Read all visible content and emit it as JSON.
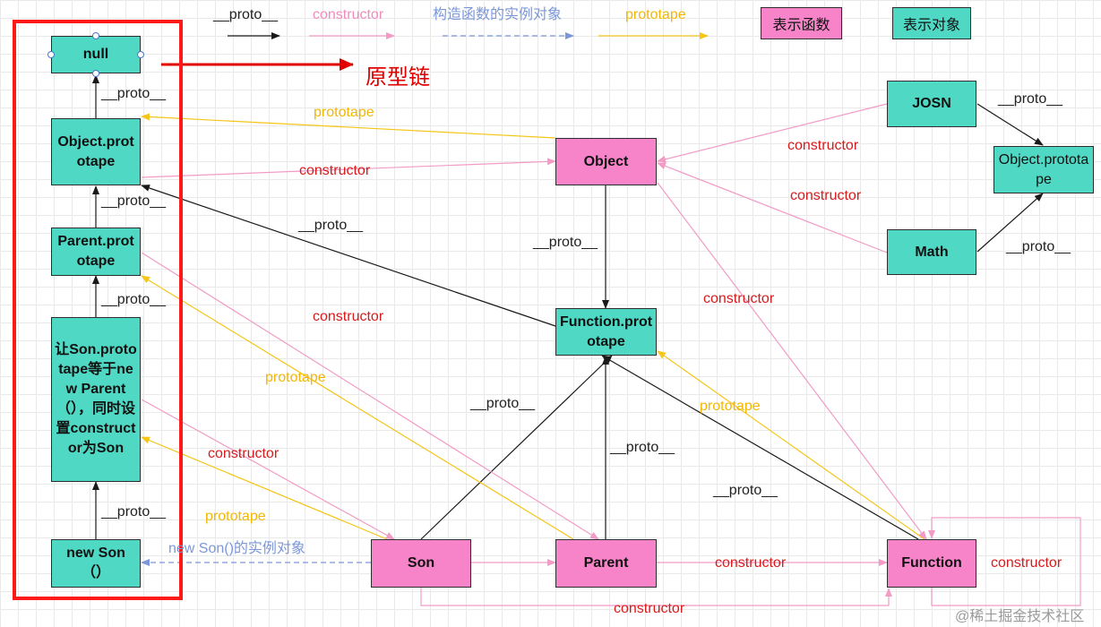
{
  "legend": {
    "proto_label": "__proto__",
    "constructor_label": "constructor",
    "instance_label": "构造函数的实例对象",
    "prototape_label": "prototape",
    "function_box": "表示函数",
    "object_box": "表示对象"
  },
  "chain_label": "原型链",
  "nodes": {
    "null": "null",
    "object_prototype": "Object.prototape",
    "parent_prototype": "Parent.prototape",
    "son_prototype": "让Son.prototape等于new Parent（），同时设置constructor为Son",
    "new_son": "new Son（）",
    "object": "Object",
    "function_prototype": "Function.prototape",
    "josn": "JOSN",
    "math": "Math",
    "object_prototype_right": "Object.prototape",
    "son": "Son",
    "parent": "Parent",
    "function": "Function"
  },
  "labels": {
    "proto": "__proto__",
    "constructor": "constructor",
    "prototape": "prototape",
    "new_son_instance": "new Son()的实例对象"
  },
  "watermark": "@稀土掘金技术社区",
  "colors": {
    "teal": "#4fd9c4",
    "pink": "#f783c9",
    "proto_line": "#1a1a1a",
    "constructor_line": "#f29bc6",
    "prototape_line": "#f5c518",
    "instance_line": "#7b97d9",
    "frame": "#ff1a1a"
  }
}
